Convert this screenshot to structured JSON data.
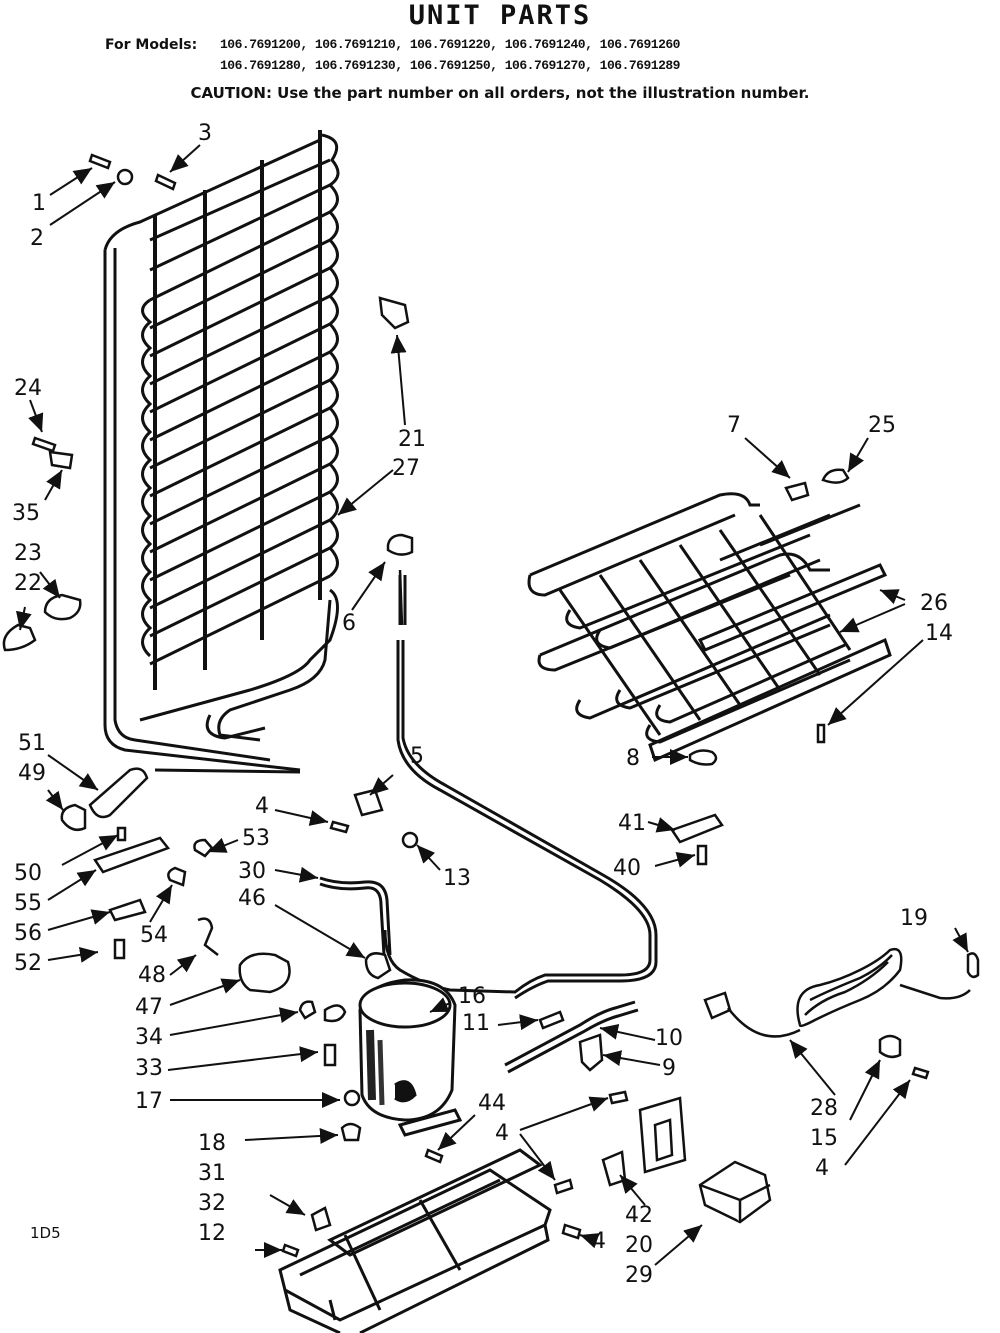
{
  "header": {
    "title": "UNIT PARTS",
    "models_label": "For Models:",
    "models_line1": "106.7691200, 106.7691210, 106.7691220, 106.7691240, 106.7691260",
    "models_line2": "106.7691280, 106.7691230, 106.7691250, 106.7691270, 106.7691289",
    "caution": "CAUTION: Use the part number on all orders, not the illustration number."
  },
  "callouts": {
    "c1": "1",
    "c2": "2",
    "c3": "3",
    "c24": "24",
    "c35": "35",
    "c23": "23",
    "c22": "22",
    "c21": "21",
    "c27": "27",
    "c6": "6",
    "c7": "7",
    "c25": "25",
    "c26": "26",
    "c14": "14",
    "c8": "8",
    "c41": "41",
    "c40": "40",
    "c51": "51",
    "c49": "49",
    "c5": "5",
    "c4a": "4",
    "c13": "13",
    "c50": "50",
    "c53": "53",
    "c55": "55",
    "c30": "30",
    "c56": "56",
    "c54": "54",
    "c46": "46",
    "c52": "52",
    "c48": "48",
    "c47": "47",
    "c34": "34",
    "c16": "16",
    "c11": "11",
    "c10": "10",
    "c33": "33",
    "c9": "9",
    "c17": "17",
    "c19": "19",
    "c28": "28",
    "c15": "15",
    "c4b": "4",
    "c44": "44",
    "c4c": "4",
    "c18": "18",
    "c31": "31",
    "c32": "32",
    "c12": "12",
    "c42": "42",
    "c20": "20",
    "c29": "29",
    "c4d": "4"
  },
  "footer_code": "1D5"
}
